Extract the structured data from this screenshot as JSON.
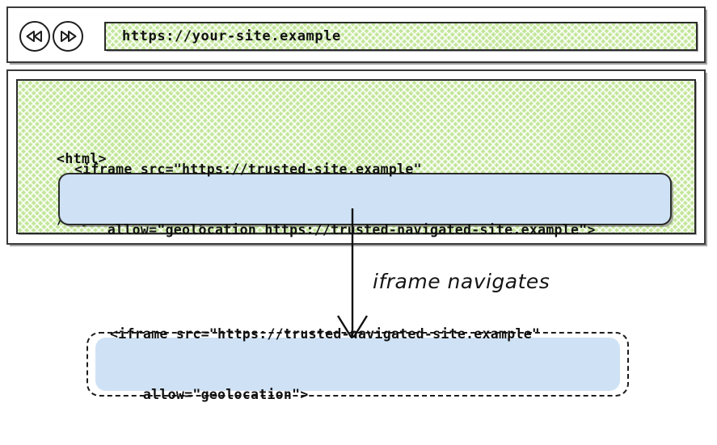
{
  "browser": {
    "nav": {
      "back_label": "back-navigation",
      "forward_label": "forward-navigation"
    },
    "url_bar": {
      "value": "https://your-site.example",
      "placeholder": "https://your-site.example"
    }
  },
  "page": {
    "code_line_1": "<html>",
    "code_line_2": "// your-site.example code",
    "iframe_code_line_1": "<iframe src=\"https://trusted-site.example\"",
    "iframe_code_line_2": "    allow=\"geolocation https://trusted-navigated-site.example\">"
  },
  "annotation": {
    "label": "iframe navigates"
  },
  "navigated": {
    "code_line_1": "<iframe src=\"https://trusted-navigated-site.example\"",
    "code_line_2": "    allow=\"geolocation\">"
  },
  "colors": {
    "page_background_green": "#c3e69a",
    "code_block_blue": "#cfe2f5",
    "frame_stroke": "#3a3a3a",
    "text": "#111111"
  }
}
